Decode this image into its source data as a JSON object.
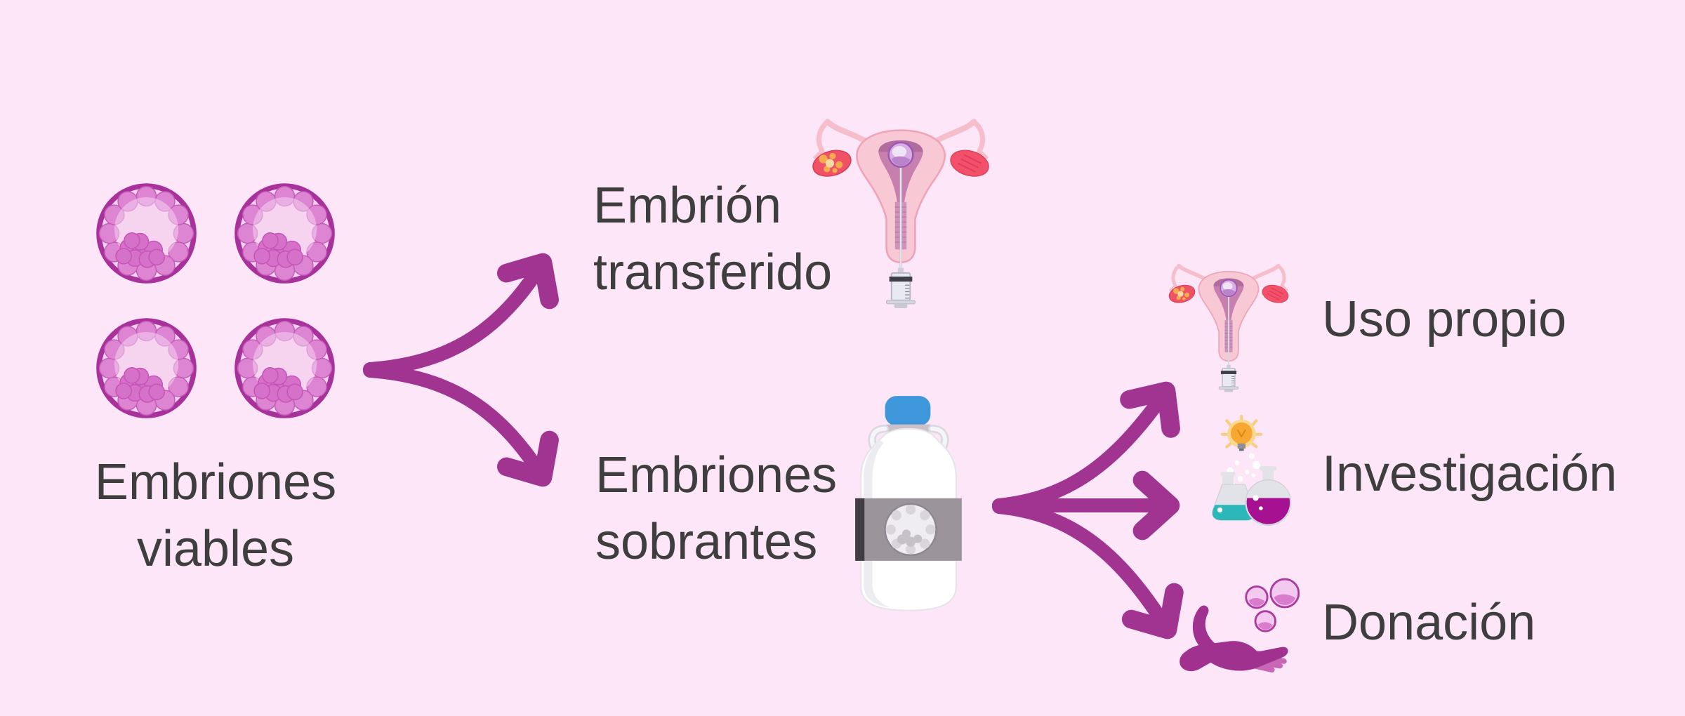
{
  "palette": {
    "background": "#fde6f7",
    "arrow": "#a13391",
    "text": "#3e3e3e",
    "embryo_cell_pink": "#d973cc",
    "embryo_ring": "#a8319c",
    "uterus_pink": "#f8c9d4",
    "ovary_red": "#ef5166",
    "follicle_orange": "#f6aa4c",
    "cavity_purple": "#c67fae",
    "tank_cap_blue": "#3f97db",
    "tank_label_gray": "#9b959b",
    "flask_teal": "#2cb7ba",
    "flask_magenta": "#a51190",
    "bulb_orange": "#f6a833"
  },
  "diagram": {
    "source": {
      "lines": [
        "Embriones",
        "viables"
      ],
      "embryo_count": 4
    },
    "level1": [
      {
        "id": "transferido",
        "lines": [
          "Embrión",
          "transferido"
        ],
        "icon": "uterus-transfer-icon"
      },
      {
        "id": "sobrantes",
        "lines": [
          "Embriones",
          "sobrantes"
        ],
        "icon": "cryotank-icon"
      }
    ],
    "level2": [
      {
        "id": "uso-propio",
        "label": "Uso propio",
        "icon": "uterus-transfer-icon"
      },
      {
        "id": "investigacion",
        "label": "Investigación",
        "icon": "research-flasks-icon"
      },
      {
        "id": "donacion",
        "label": "Donación",
        "icon": "donation-hand-icon"
      }
    ]
  }
}
